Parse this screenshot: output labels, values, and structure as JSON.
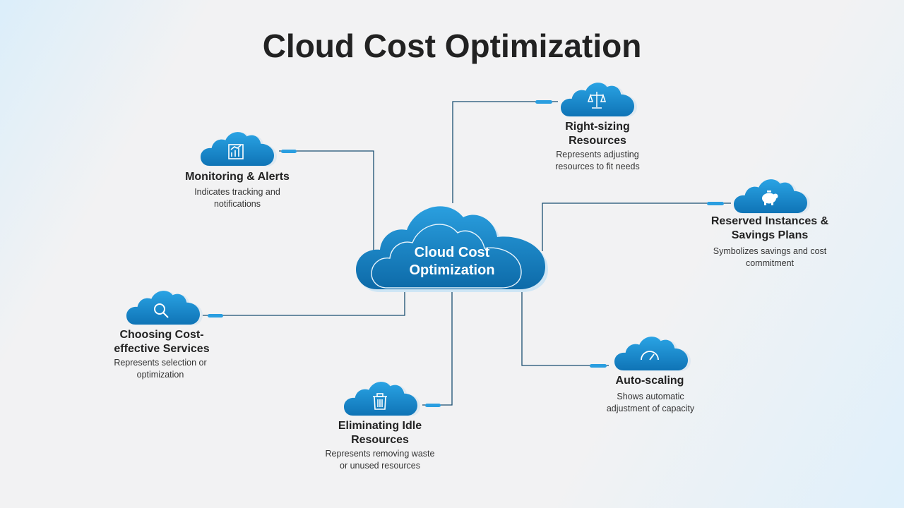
{
  "title": "Cloud Cost Optimization",
  "center": {
    "line1": "Cloud Cost",
    "line2": "Optimization"
  },
  "colors": {
    "cloud": "#1a8fd0",
    "cloud_dark": "#0e6fb0",
    "line": "#1b4f72",
    "accent": "#2a9ee0"
  },
  "nodes": [
    {
      "id": "monitoring",
      "icon": "bar-chart-icon",
      "title_lines": [
        "Monitoring & Alerts"
      ],
      "desc_lines": [
        "Indicates tracking and",
        "notifications"
      ]
    },
    {
      "id": "right-sizing",
      "icon": "balance-scale-icon",
      "title_lines": [
        "Right-sizing",
        "Resources"
      ],
      "desc_lines": [
        "Represents adjusting",
        "resources to fit needs"
      ]
    },
    {
      "id": "reserved",
      "icon": "piggy-bank-icon",
      "title_lines": [
        "Reserved Instances &",
        "Savings Plans"
      ],
      "desc_lines": [
        "Symbolizes savings and cost",
        "commitment"
      ]
    },
    {
      "id": "choosing",
      "icon": "magnifier-icon",
      "title_lines": [
        "Choosing Cost-",
        "effective Services"
      ],
      "desc_lines": [
        "Represents selection or",
        "optimization"
      ]
    },
    {
      "id": "auto-scaling",
      "icon": "speedometer-icon",
      "title_lines": [
        "Auto-scaling"
      ],
      "desc_lines": [
        "Shows automatic",
        "adjustment of capacity"
      ]
    },
    {
      "id": "eliminating",
      "icon": "trash-can-icon",
      "title_lines": [
        "Eliminating Idle",
        "Resources"
      ],
      "desc_lines": [
        "Represents removing waste",
        "or unused resources"
      ]
    }
  ]
}
